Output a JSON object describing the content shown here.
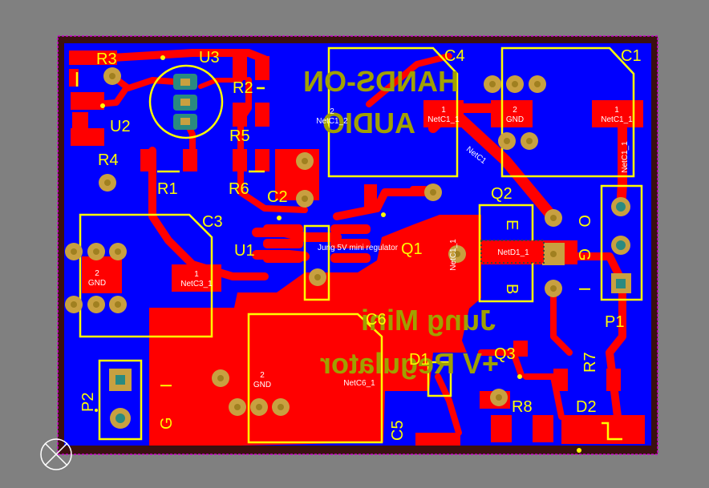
{
  "board": {
    "colors": {
      "background": "#808080",
      "board_edge": "#cc00cc",
      "board_fill": "#3a1010",
      "bottom_copper": "#0000ff",
      "top_copper": "#ff0000",
      "silkscreen": "#ffff00",
      "bottom_silk": "#a0a000",
      "pad_hole": "#a08020"
    },
    "designators": {
      "R3": "R3",
      "U3": "U3",
      "R2": "R2",
      "U2": "U2",
      "R5": "R5",
      "R4": "R4",
      "R1": "R1",
      "R6": "R6",
      "C2": "C2",
      "C3": "C3",
      "U1": "U1",
      "C4": "C4",
      "C1": "C1",
      "Q2": "Q2",
      "Q1": "Q1",
      "P1": "P1",
      "C6": "C6",
      "D1": "D1",
      "Q3": "Q3",
      "R7": "R7",
      "R8": "R8",
      "D2": "D2",
      "C5": "C5",
      "P2": "P2"
    },
    "pin_labels": {
      "q2_e": "E",
      "q2_b": "B",
      "p1_o": "O",
      "p1_g": "G",
      "p1_i": "I",
      "p2_g": "G",
      "p2_i": "I"
    },
    "pads": {
      "c4_pin2": "2",
      "c4_pin2_net": "NetC1_2",
      "c4_pin1": "1",
      "c4_pin1_net": "NetC1_1",
      "c1_pin2": "2",
      "c1_pin2_net": "GND",
      "c1_pin1": "1",
      "c1_pin1_net": "NetC1_1",
      "c3_pin2": "2",
      "c3_pin2_net": "GND",
      "c3_pin1": "1",
      "c3_pin1_net": "NetC3_1",
      "c6_pin2": "2",
      "c6_pin2_net": "GND",
      "c6_pin1_net": "NetC6_1",
      "q1_net": "NetC1_1",
      "q2_net": "NetD1_1",
      "vert_net": "NetC1_1",
      "diag_net": "NetC1"
    },
    "board_text": {
      "mirrored_title_1": "HANDS-ON",
      "mirrored_title_2": "AUDIO",
      "mirrored_sub_1": "Jung Mini",
      "mirrored_sub_2": "+V Regulator",
      "label_top": "Jung 5V mini regulator"
    },
    "icons": [
      "origin-marker-icon"
    ]
  }
}
